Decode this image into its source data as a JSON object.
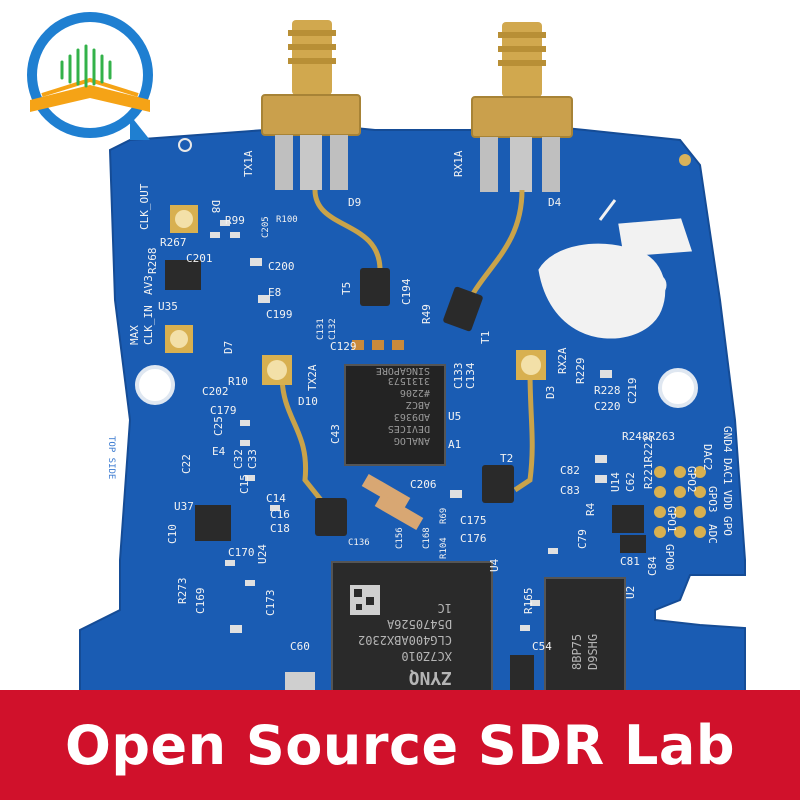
{
  "banner": {
    "text": "Open Source SDR Lab"
  },
  "colors": {
    "pcb": "#1a5cb3",
    "banner": "#d0112b",
    "gold": "#c9a34a",
    "logo_blue": "#1f7fd1",
    "logo_orange": "#f5a316"
  },
  "silkscreen": {
    "tx1a": "TX1A",
    "rx1a": "RX1A",
    "d9": "D9",
    "d4": "D4",
    "d8": "D8",
    "clk_out": "CLK_OUT",
    "clk_in": "CLK_IN",
    "r267": "R267",
    "r268": "R268",
    "u35": "U35",
    "max": "MAX",
    "r99": "R99",
    "c201": "C201",
    "c200": "C200",
    "c205": "C205",
    "r100": "R100",
    "c199": "C199",
    "e8": "E8",
    "t5": "T5",
    "c194": "C194",
    "c132": "C132",
    "c131": "C131",
    "c129": "C129",
    "r49": "R49",
    "t1": "T1",
    "d7": "D7",
    "c202": "C202",
    "r10": "R10",
    "c179": "C179",
    "tx2a": "TX2A",
    "d10": "D10",
    "rx2a": "RX2A",
    "d3": "D3",
    "r229": "R229",
    "r228": "R228",
    "c220": "C220",
    "c219": "C219",
    "c133": "C133",
    "c134": "C134",
    "u5": "U5",
    "a1": "A1",
    "c43": "C43",
    "e4": "E4",
    "c25": "C25",
    "c22": "C22",
    "c32": "C32",
    "c33": "C33",
    "c15": "C15",
    "c14": "C14",
    "c16": "C16",
    "c18": "C18",
    "u37": "U37",
    "c10": "C10",
    "u24": "U24",
    "c170": "C170",
    "r273": "R273",
    "c169": "C169",
    "c173": "C173",
    "c206": "C206",
    "c136": "C136",
    "c156": "C156",
    "c168": "C168",
    "r69": "R69",
    "r104": "R104",
    "c175": "C175",
    "c176": "C176",
    "t2": "T2",
    "c82": "C82",
    "c83": "C83",
    "c79": "C79",
    "u4": "U4",
    "r165": "R165",
    "c54": "C54",
    "c60": "C60",
    "c81": "C81",
    "c84": "C84",
    "u14": "U14",
    "c62": "C62",
    "r4": "R4",
    "u2": "U2",
    "r221r222": "R221R222",
    "r248r263": "R248R263",
    "top_side": "TOP SIDE",
    "gnd4": "GND4",
    "dac1": "DAC1",
    "vdd": "VDD",
    "gpo": "GPO",
    "dac2": "DAC2",
    "gpo3": "GPO3",
    "adc": "ADC",
    "gpo1": "GPO1",
    "gpo0": "GPO0",
    "gpo2": "GPO2",
    "av3": "AV3"
  },
  "chips": {
    "ad9363": [
      "ANALOG",
      "DEVICES",
      "AD9363",
      "ABCZ",
      "#2206",
      "3131573",
      "SINGAPORE"
    ],
    "zynq": [
      "ZYNQ",
      "XC7Z010",
      "CLG400ABX2302",
      "D5470526A",
      "1C"
    ],
    "ddr": [
      "8BP75",
      "D9SHG"
    ]
  }
}
